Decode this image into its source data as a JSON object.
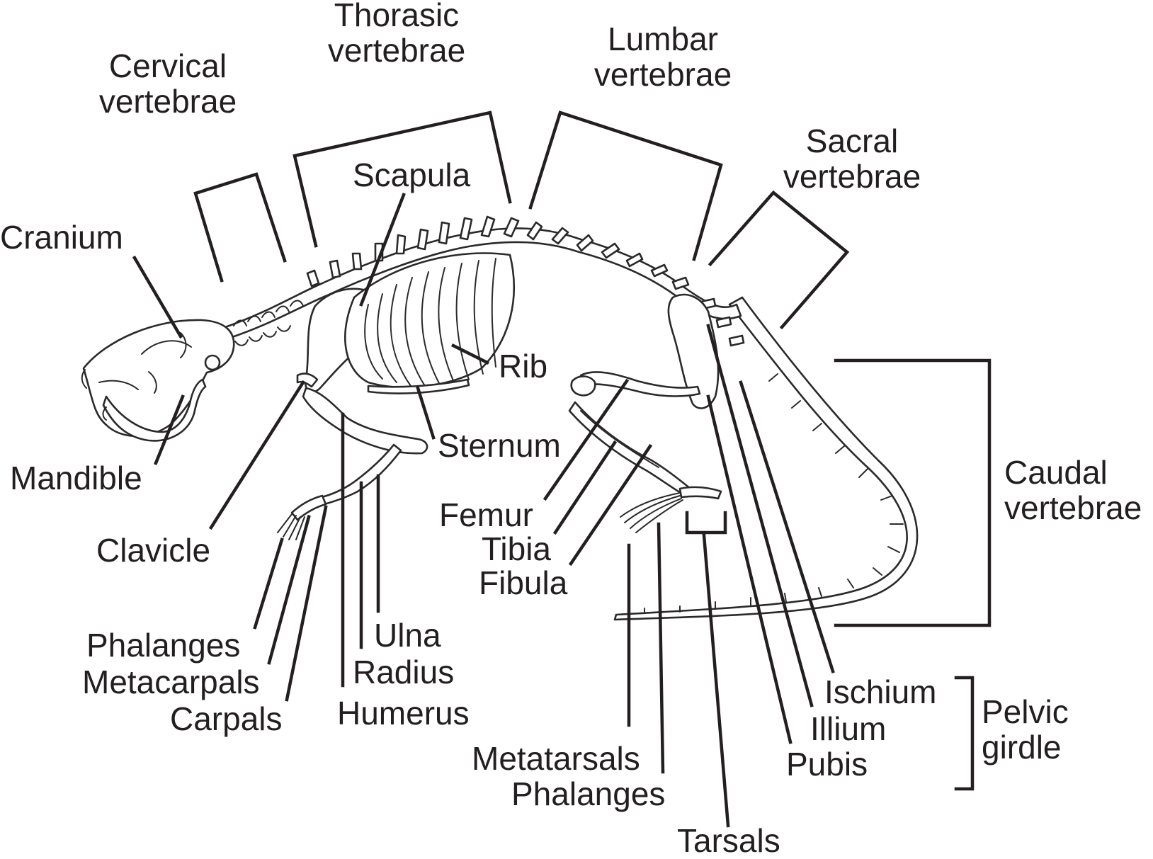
{
  "labels": {
    "cervical_vertebrae": [
      "Cervical",
      "vertebrae"
    ],
    "thorasic_vertebrae": [
      "Thorasic",
      "vertebrae"
    ],
    "lumbar_vertebrae": [
      "Lumbar",
      "vertebrae"
    ],
    "sacral_vertebrae": [
      "Sacral",
      "vertebrae"
    ],
    "caudal_vertebrae": [
      "Caudal",
      "vertebrae"
    ],
    "cranium": "Cranium",
    "scapula": "Scapula",
    "rib": "Rib",
    "sternum": "Sternum",
    "mandible": "Mandible",
    "clavicle": "Clavicle",
    "femur": "Femur",
    "tibia": "Tibia",
    "fibula": "Fibula",
    "phalanges_fore": "Phalanges",
    "metacarpals": "Metacarpals",
    "carpals": "Carpals",
    "ulna": "Ulna",
    "radius": "Radius",
    "humerus": "Humerus",
    "metatarsals": "Metatarsals",
    "phalanges_hind": "Phalanges",
    "tarsals": "Tarsals",
    "ischium": "Ischium",
    "illium": "Illium",
    "pubis": "Pubis",
    "pelvic_girdle": [
      "Pelvic",
      "girdle"
    ]
  },
  "colors": {
    "ink": "#231f20",
    "background": "#ffffff"
  }
}
